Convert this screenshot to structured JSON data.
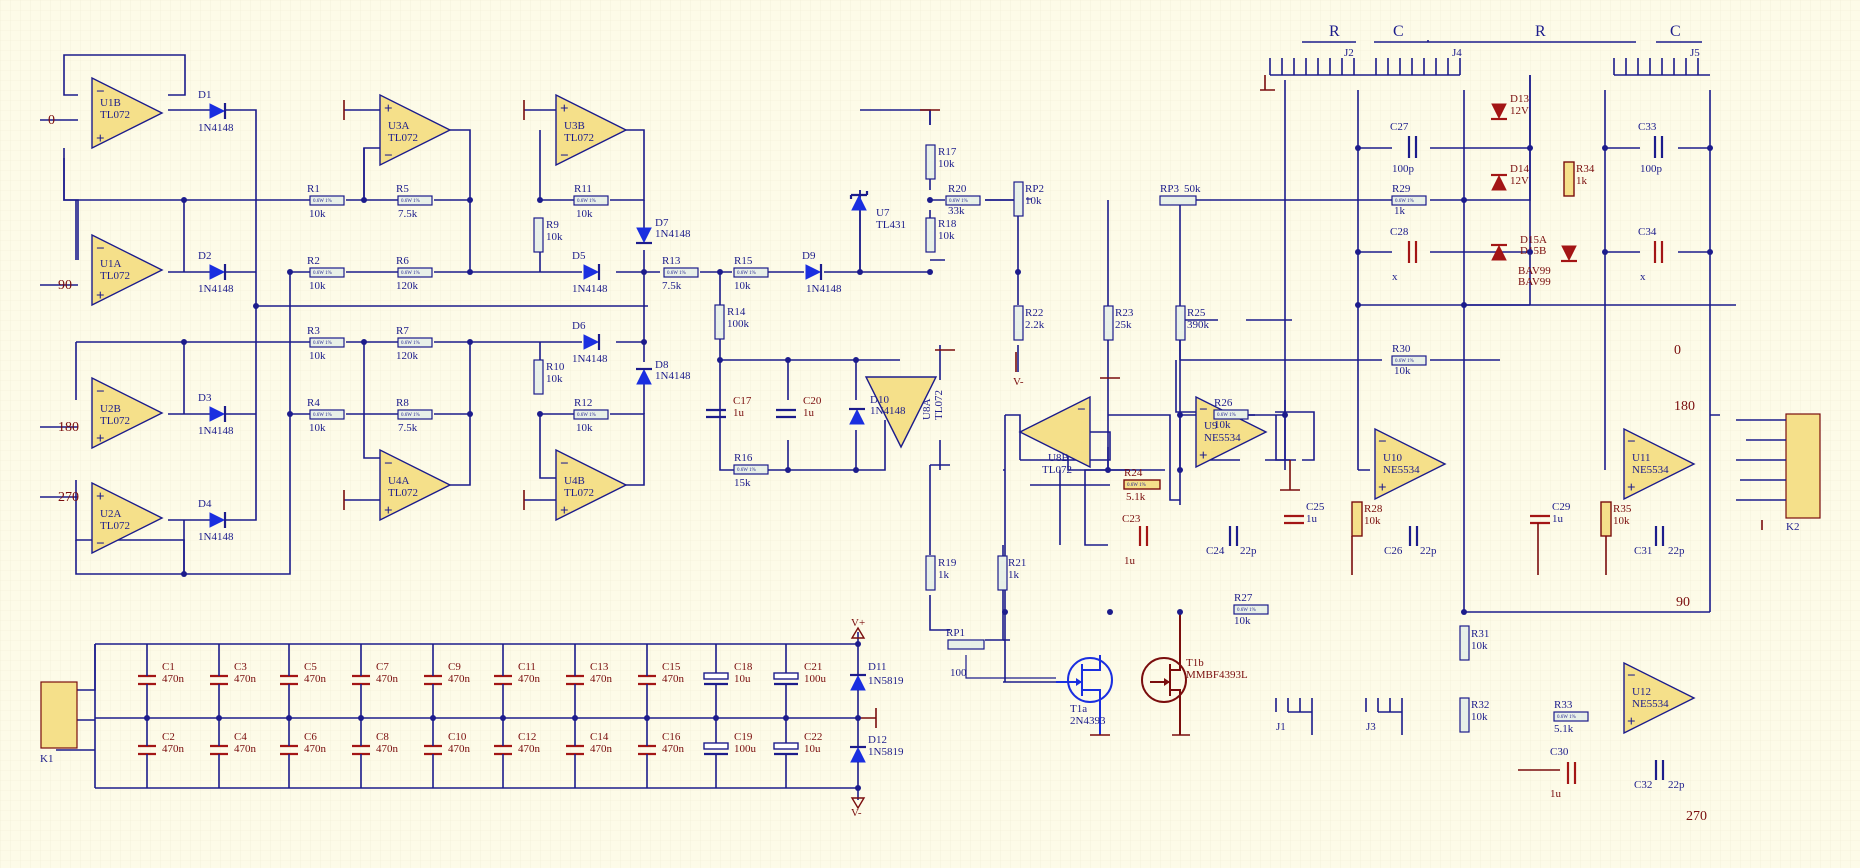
{
  "headers": {
    "h1": "R",
    "h2": "C",
    "h3": "R",
    "h4": "C"
  },
  "signals": {
    "in0": "0",
    "in90": "90",
    "in180": "180",
    "in270": "270",
    "out0": "0",
    "out180": "180",
    "out90": "90",
    "out270": "270"
  },
  "rails": {
    "vplus": "V+",
    "vminus": "V-"
  },
  "opamps": {
    "U1B": {
      "ref": "U1B",
      "part": "TL072"
    },
    "U1A": {
      "ref": "U1A",
      "part": "TL072"
    },
    "U2B": {
      "ref": "U2B",
      "part": "TL072"
    },
    "U2A": {
      "ref": "U2A",
      "part": "TL072"
    },
    "U3A": {
      "ref": "U3A",
      "part": "TL072"
    },
    "U4A": {
      "ref": "U4A",
      "part": "TL072"
    },
    "U3B": {
      "ref": "U3B",
      "part": "TL072"
    },
    "U4B": {
      "ref": "U4B",
      "part": "TL072"
    },
    "U8A": {
      "ref": "U8A",
      "part": "TL072"
    },
    "U8B": {
      "ref": "U8B",
      "part": "TL072"
    },
    "U9": {
      "ref": "U9",
      "part": "NE5534"
    },
    "U10": {
      "ref": "U10",
      "part": "NE5534"
    },
    "U11": {
      "ref": "U11",
      "part": "NE5534"
    },
    "U12": {
      "ref": "U12",
      "part": "NE5534"
    }
  },
  "resistors": {
    "R1": {
      "ref": "R1",
      "val": "10k"
    },
    "R2": {
      "ref": "R2",
      "val": "10k"
    },
    "R3": {
      "ref": "R3",
      "val": "10k"
    },
    "R4": {
      "ref": "R4",
      "val": "10k"
    },
    "R5": {
      "ref": "R5",
      "val": "7.5k"
    },
    "R6": {
      "ref": "R6",
      "val": "120k"
    },
    "R7": {
      "ref": "R7",
      "val": "120k"
    },
    "R8": {
      "ref": "R8",
      "val": "7.5k"
    },
    "R9": {
      "ref": "R9",
      "val": "10k"
    },
    "R10": {
      "ref": "R10",
      "val": "10k"
    },
    "R11": {
      "ref": "R11",
      "val": "10k"
    },
    "R12": {
      "ref": "R12",
      "val": "10k"
    },
    "R13": {
      "ref": "R13",
      "val": "7.5k"
    },
    "R14": {
      "ref": "R14",
      "val": "100k"
    },
    "R15": {
      "ref": "R15",
      "val": "10k"
    },
    "R16": {
      "ref": "R16",
      "val": "15k"
    },
    "R17": {
      "ref": "R17",
      "val": "10k"
    },
    "R18": {
      "ref": "R18",
      "val": "10k"
    },
    "R19": {
      "ref": "R19",
      "val": "1k"
    },
    "R20": {
      "ref": "R20",
      "val": "33k"
    },
    "R21": {
      "ref": "R21",
      "val": "1k"
    },
    "R22": {
      "ref": "R22",
      "val": "2.2k"
    },
    "R23": {
      "ref": "R23",
      "val": "25k"
    },
    "R24": {
      "ref": "R24",
      "val": "5.1k"
    },
    "R25": {
      "ref": "R25",
      "val": "390k"
    },
    "R26": {
      "ref": "R26",
      "val": "10k"
    },
    "R27": {
      "ref": "R27",
      "val": "10k"
    },
    "R28": {
      "ref": "R28",
      "val": "10k"
    },
    "R29": {
      "ref": "R29",
      "val": "1k"
    },
    "R30": {
      "ref": "R30",
      "val": "10k"
    },
    "R31": {
      "ref": "R31",
      "val": "10k"
    },
    "R32": {
      "ref": "R32",
      "val": "10k"
    },
    "R33": {
      "ref": "R33",
      "val": "5.1k"
    },
    "R34": {
      "ref": "R34",
      "val": "1k"
    },
    "R35": {
      "ref": "R35",
      "val": "10k"
    }
  },
  "body_text": "0.6W 1%",
  "pots": {
    "RP1": {
      "ref": "RP1",
      "val": "100"
    },
    "RP2": {
      "ref": "RP2",
      "val": "10k"
    },
    "RP3": {
      "ref": "RP3",
      "val": "50k"
    }
  },
  "diodes": {
    "D1": {
      "ref": "D1",
      "val": "1N4148"
    },
    "D2": {
      "ref": "D2",
      "val": "1N4148"
    },
    "D3": {
      "ref": "D3",
      "val": "1N4148"
    },
    "D4": {
      "ref": "D4",
      "val": "1N4148"
    },
    "D5": {
      "ref": "D5",
      "val": "1N4148"
    },
    "D6": {
      "ref": "D6",
      "val": "1N4148"
    },
    "D7": {
      "ref": "D7",
      "val": "1N4148"
    },
    "D8": {
      "ref": "D8",
      "val": "1N4148"
    },
    "D9": {
      "ref": "D9",
      "val": "1N4148"
    },
    "D10": {
      "ref": "D10",
      "val": "1N4148"
    },
    "D11": {
      "ref": "D11",
      "val": "1N5819"
    },
    "D12": {
      "ref": "D12",
      "val": "1N5819"
    },
    "D13": {
      "ref": "D13",
      "val": "12V"
    },
    "D14": {
      "ref": "D14",
      "val": "12V"
    },
    "D15": {
      "ref1": "D15A",
      "ref2": "D15B",
      "val1": "BAV99",
      "val2": "BAV99"
    },
    "U7": {
      "ref": "U7",
      "val": "TL431"
    }
  },
  "caps": {
    "C1": {
      "ref": "C1",
      "val": "470n"
    },
    "C2": {
      "ref": "C2",
      "val": "470n"
    },
    "C3": {
      "ref": "C3",
      "val": "470n"
    },
    "C4": {
      "ref": "C4",
      "val": "470n"
    },
    "C5": {
      "ref": "C5",
      "val": "470n"
    },
    "C6": {
      "ref": "C6",
      "val": "470n"
    },
    "C7": {
      "ref": "C7",
      "val": "470n"
    },
    "C8": {
      "ref": "C8",
      "val": "470n"
    },
    "C9": {
      "ref": "C9",
      "val": "470n"
    },
    "C10": {
      "ref": "C10",
      "val": "470n"
    },
    "C11": {
      "ref": "C11",
      "val": "470n"
    },
    "C12": {
      "ref": "C12",
      "val": "470n"
    },
    "C13": {
      "ref": "C13",
      "val": "470n"
    },
    "C14": {
      "ref": "C14",
      "val": "470n"
    },
    "C15": {
      "ref": "C15",
      "val": "470n"
    },
    "C16": {
      "ref": "C16",
      "val": "470n"
    },
    "C17": {
      "ref": "C17",
      "val": "1u"
    },
    "C18": {
      "ref": "C18",
      "val": "10u"
    },
    "C19": {
      "ref": "C19",
      "val": "100u"
    },
    "C20": {
      "ref": "C20",
      "val": "1u"
    },
    "C21": {
      "ref": "C21",
      "val": "100u"
    },
    "C22": {
      "ref": "C22",
      "val": "10u"
    },
    "C23": {
      "ref": "C23",
      "val": "1u"
    },
    "C24": {
      "ref": "C24",
      "val": "22p"
    },
    "C25": {
      "ref": "C25",
      "val": "1u"
    },
    "C26": {
      "ref": "C26",
      "val": "22p"
    },
    "C27": {
      "ref": "C27",
      "val": "100p"
    },
    "C28": {
      "ref": "C28",
      "val": "x"
    },
    "C29": {
      "ref": "C29",
      "val": "1u"
    },
    "C30": {
      "ref": "C30",
      "val": "1u"
    },
    "C31": {
      "ref": "C31",
      "val": "22p"
    },
    "C32": {
      "ref": "C32",
      "val": "22p"
    },
    "C33": {
      "ref": "C33",
      "val": "100p"
    },
    "C34": {
      "ref": "C34",
      "val": "x"
    }
  },
  "transistors": {
    "T1a": {
      "ref": "T1a",
      "val": "2N4393"
    },
    "T1b": {
      "ref": "T1b",
      "val": "MMBF4393L"
    }
  },
  "connectors": {
    "K1": "K1",
    "K2": "K2",
    "J1": "J1",
    "J2": "J2",
    "J3": "J3",
    "J4": "J4",
    "J5": "J5"
  }
}
